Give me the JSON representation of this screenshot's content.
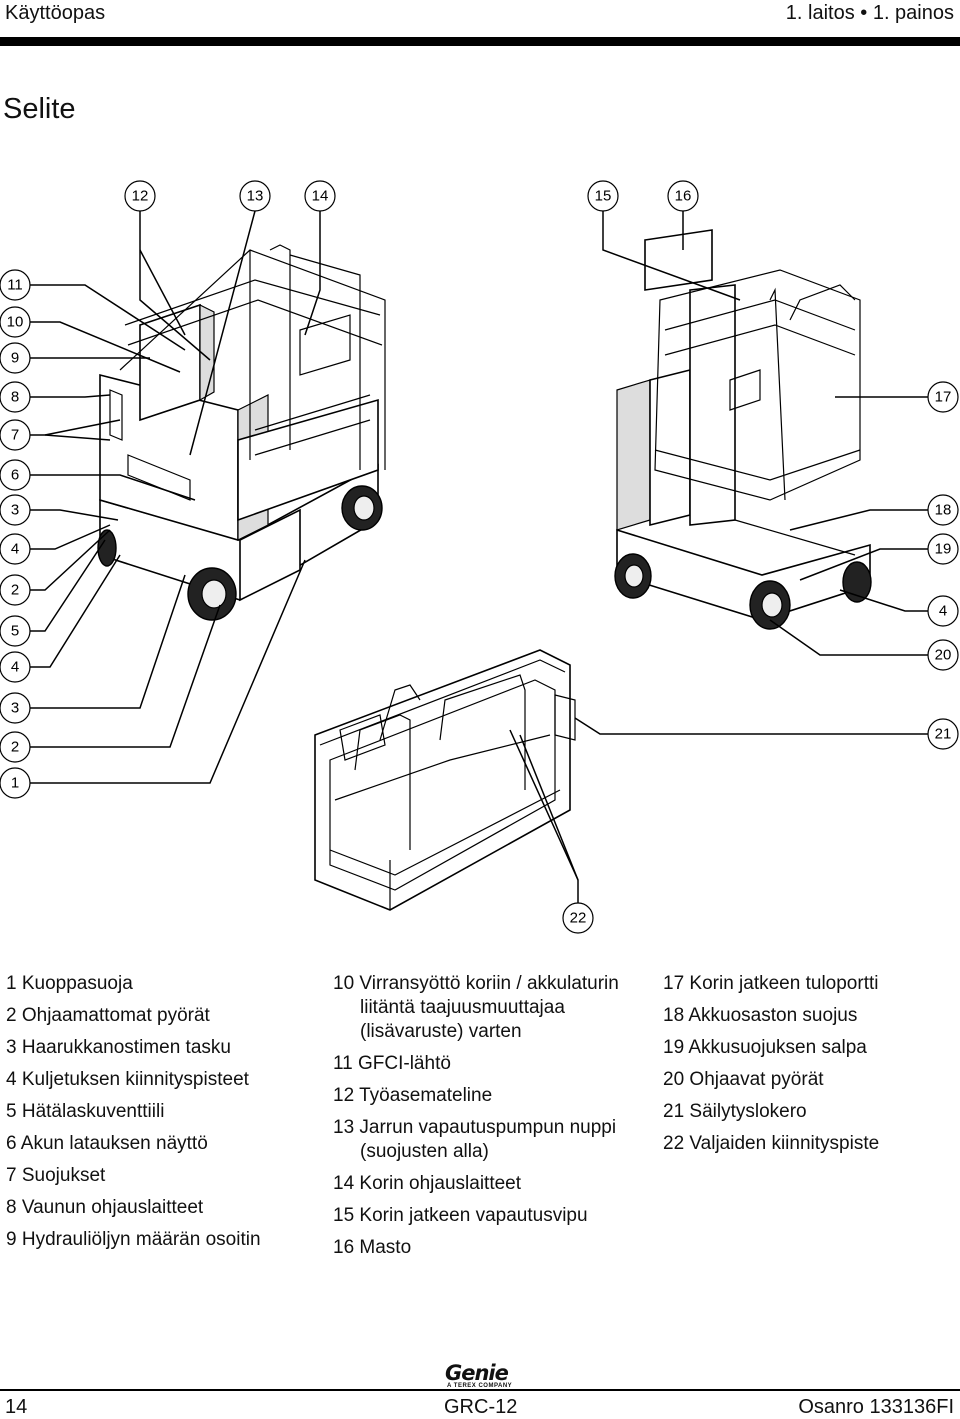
{
  "header": {
    "left": "Käyttöopas",
    "right": "1. laitos • 1. painos"
  },
  "title": "Selite",
  "callouts": {
    "c1": "1",
    "c2a": "2",
    "c3a": "3",
    "c4a": "4",
    "c5": "5",
    "c2b": "2",
    "c4b": "4",
    "c3b": "3",
    "c6": "6",
    "c7": "7",
    "c8": "8",
    "c9": "9",
    "c10": "10",
    "c11": "11",
    "c12": "12",
    "c13": "13",
    "c14": "14",
    "c15": "15",
    "c16": "16",
    "c17": "17",
    "c18": "18",
    "c19": "19",
    "c4c": "4",
    "c20": "20",
    "c21": "21",
    "c22": "22"
  },
  "legend": {
    "col1": [
      "1 Kuoppasuoja",
      "2 Ohjaamattomat pyörät",
      "3 Haarukkanostimen tasku",
      "4 Kuljetuksen kiinnityspisteet",
      "5 Hätälaskuventtiili",
      "6 Akun latauksen näyttö",
      "7 Suojukset",
      "8 Vaunun ohjauslaitteet",
      "9 Hydrauliöljyn määrän osoitin"
    ],
    "col2": {
      "i10a": "10 Virransyöttö koriin / akkulaturin",
      "i10b": "liitäntä taajuusmuuttajaa",
      "i10c": "(lisävaruste) varten",
      "i11": "11 GFCI-lähtö",
      "i12": "12 Työasemateline",
      "i13a": "13 Jarrun vapautuspumpun nuppi",
      "i13b": "(suojusten alla)",
      "i14": "14 Korin ohjauslaitteet",
      "i15": "15 Korin jatkeen vapautusvipu",
      "i16": "16 Masto"
    },
    "col3": [
      "17 Korin jatkeen tuloportti",
      "18 Akkuosaston suojus",
      "19 Akkusuojuksen salpa",
      "20 Ohjaavat pyörät",
      "21 Säilytyslokero",
      "22 Valjaiden kiinnityspiste"
    ]
  },
  "footer": {
    "page": "14",
    "model": "GRC-12",
    "part": "Osanro 133136FI",
    "logo_word": "Genie",
    "logo_sub": "A TEREX COMPANY"
  }
}
